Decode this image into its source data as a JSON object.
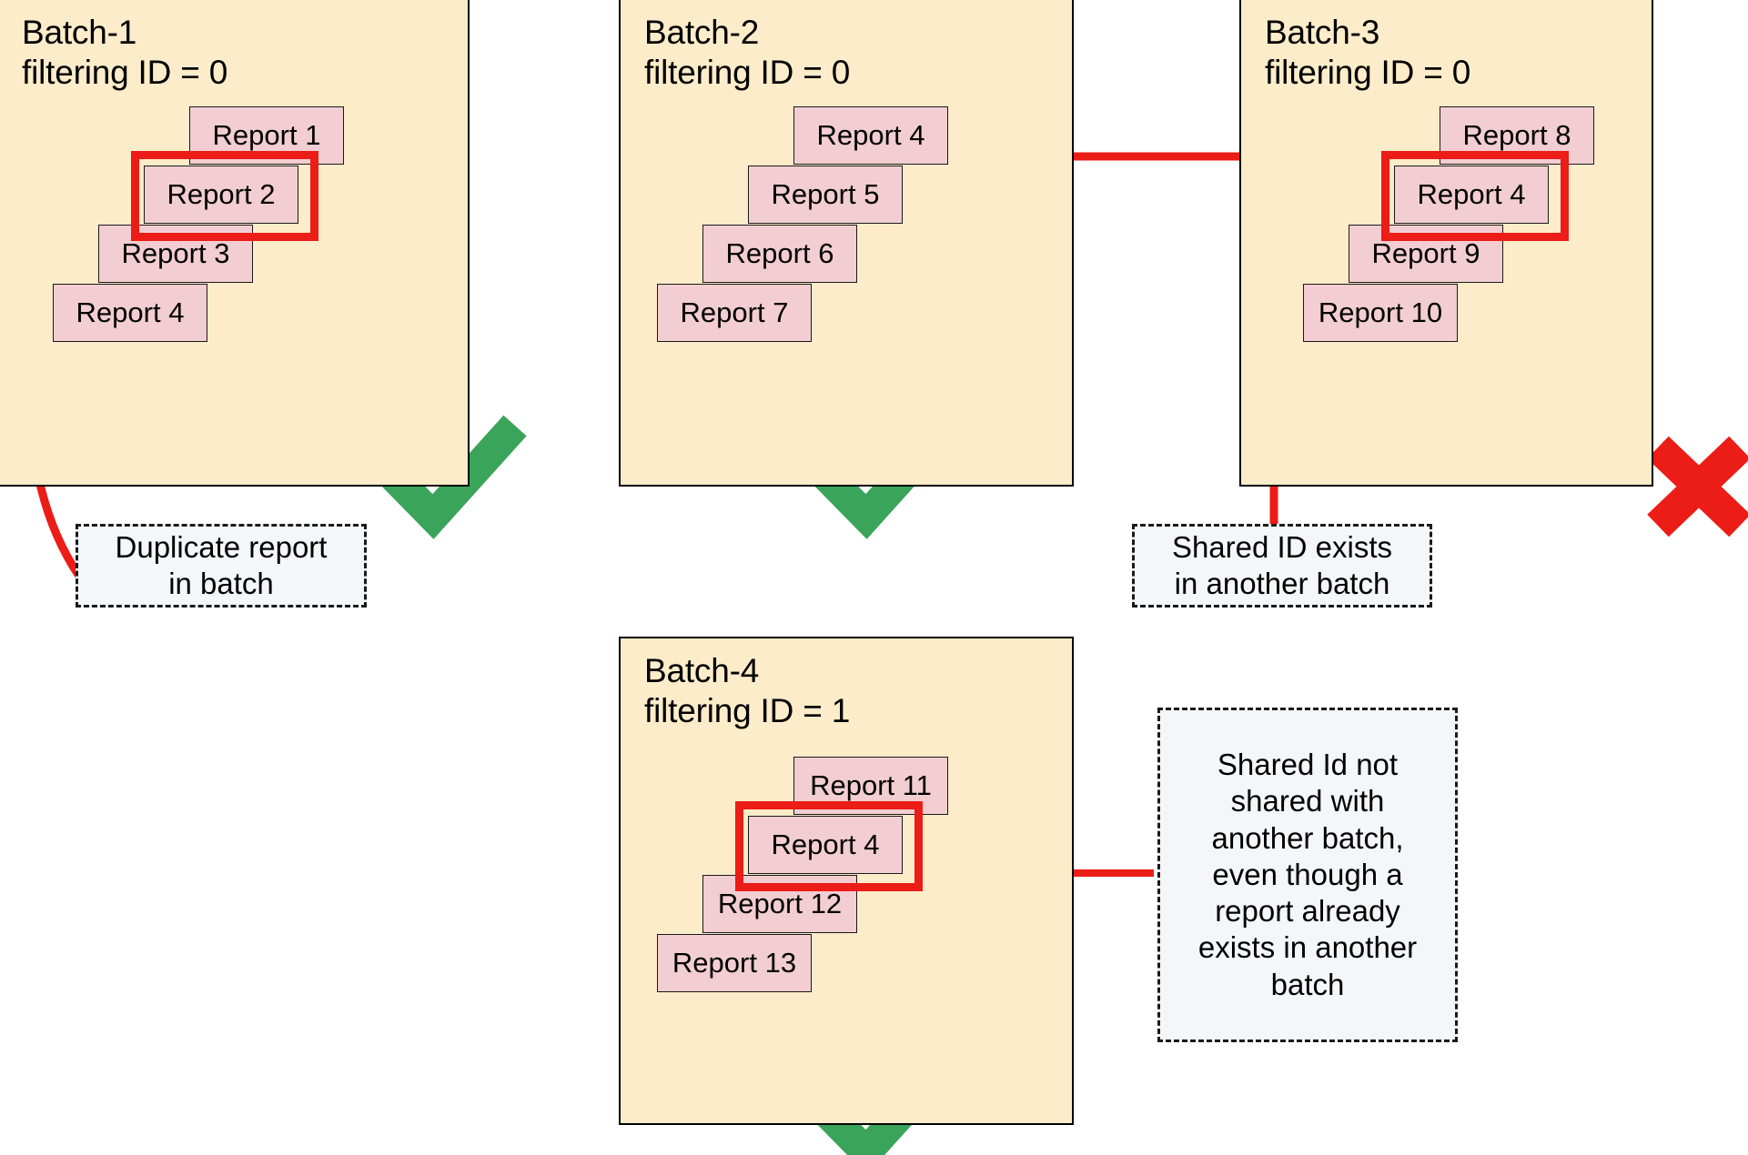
{
  "diagram": {
    "title_hidden": "Batch filtering ID duplication diagram",
    "colors": {
      "batch_fill": "#fcecc9",
      "batch_border": "#000000",
      "report_fill": "#f2cdd2",
      "report_border": "#1a1a1a",
      "highlight_red": "#ec1c16",
      "arrow_red": "#ec1c16",
      "check_green": "#3aa45b",
      "cross_red": "#ec1c16",
      "callout_fill": "#f4f7fa",
      "callout_border": "#1a1a1a"
    }
  },
  "batches": [
    {
      "id": "batch-1",
      "name": "Batch-1",
      "filter_label": "filtering ID = 0",
      "title": "Batch-1\nfiltering ID = 0",
      "status_mark": "check",
      "reports": [
        {
          "label": "Report 1"
        },
        {
          "label": "Report 2",
          "highlighted": true
        },
        {
          "label": "Report 3"
        },
        {
          "label": "Report 4"
        }
      ]
    },
    {
      "id": "batch-2",
      "name": "Batch-2",
      "filter_label": "filtering ID = 0",
      "title": "Batch-2\nfiltering ID = 0",
      "status_mark": "check",
      "reports": [
        {
          "label": "Report 4",
          "arrow_target": true
        },
        {
          "label": "Report 5"
        },
        {
          "label": "Report 6"
        },
        {
          "label": "Report 7"
        }
      ]
    },
    {
      "id": "batch-3",
      "name": "Batch-3",
      "filter_label": "filtering ID = 0",
      "title": "Batch-3\nfiltering ID = 0",
      "status_mark": "cross",
      "reports": [
        {
          "label": "Report 8"
        },
        {
          "label": "Report 4",
          "highlighted": true,
          "arrow_target": true
        },
        {
          "label": "Report 9"
        },
        {
          "label": "Report 10"
        }
      ]
    },
    {
      "id": "batch-4",
      "name": "Batch-4",
      "filter_label": "filtering ID = 1",
      "title": "Batch-4\nfiltering ID = 1",
      "status_mark": "check",
      "reports": [
        {
          "label": "Report 11"
        },
        {
          "label": "Report 4",
          "highlighted": true,
          "arrow_target": true
        },
        {
          "label": "Report 12"
        },
        {
          "label": "Report 13"
        }
      ]
    }
  ],
  "callouts": [
    {
      "id": "duplicate-report-note",
      "text": "Duplicate report\nin batch"
    },
    {
      "id": "shared-id-exists-note",
      "text": "Shared ID exists\nin another batch"
    },
    {
      "id": "shared-id-not-shared-note",
      "text": "Shared Id not\nshared with\nanother batch,\neven though a\nreport already\nexists in another\nbatch"
    }
  ],
  "marks": [
    {
      "id": "batch-1-check",
      "kind": "check-mark",
      "meaning": "valid"
    },
    {
      "id": "batch-2-check",
      "kind": "check-mark",
      "meaning": "valid"
    },
    {
      "id": "batch-3-cross",
      "kind": "cross-mark",
      "meaning": "invalid"
    },
    {
      "id": "batch-4-check",
      "kind": "check-mark",
      "meaning": "valid"
    }
  ]
}
